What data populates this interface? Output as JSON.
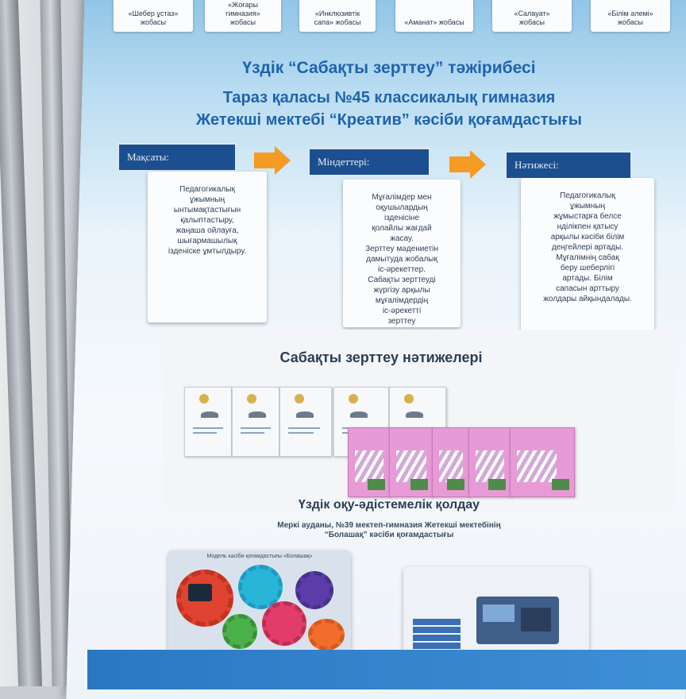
{
  "top_cards": [
    {
      "text": "«Шебер ұстаз»\nжобасы"
    },
    {
      "text": "«Жоғары\nгимназия»\nжобасы"
    },
    {
      "text": "«Инклюзивтік\nсапа» жобасы"
    },
    {
      "text": "«Аманат» жобасы"
    },
    {
      "text": "«Салауат»\nжобасы"
    },
    {
      "text": "«Білім әлемі»\nжобасы"
    }
  ],
  "heading": {
    "line1": "Үздік “Сабақты зерттеу” тәжірибесі",
    "line2": "Тараз қаласы №45 классикалық гимназия",
    "line3": "Жетекші мектебі “Креатив” кәсіби қоғамдастығы"
  },
  "flow": {
    "label_goal": "Мақсаты:",
    "label_tasks": "Міндеттері:",
    "label_results": "Нәтижесі:",
    "goal_text": "Педагогикалық\nұжымның\nынтымақтастығын\nқалыптастыру,\nжаңаша ойлауға,\nшығармашылық\nізденіске ұмтылдыру.",
    "tasks_text": "Мұғалімдер мен\nоқушылардың\nізденісіне\nқолайлы жағдай\nжасау.\nЗерттеу мәдениетін\nдамытуда жобалық\nіс-әрекеттер.\nСабақты зерттеуді\nжүргізу арқылы\nмұғалімдердің\nіс-әрекетті\nзерттеу",
    "results_text": "Педагогикалық\nұжымның\nжұмыстарға белсе\nнділікпен қатысу\nарқылы кәсіби білім\nдеңгейлері артады.\nМұғалімнің сабақ\nберу шеберлігі\nартады. Білім\nсапасын арттыру\nжолдары айқындалады."
  },
  "results_section": {
    "title": "Сабақты зерттеу нәтижелері"
  },
  "support_section": {
    "title": "Үздік оқу-әдістемелік қолдау",
    "subtitle": "Меркі ауданы, №39 мектеп-гимназия Жетекші мектебінің\n“Болашақ” кәсіби қоғамдастығы"
  },
  "diagram": {
    "title": "Модель кәсіби қоғамдастығы «Болашақ»"
  },
  "colors": {
    "heading_blue": "#1f63ad",
    "label_navy": "#1c4f8f",
    "arrow_orange": "#f59a23",
    "book_pink": "#e79ad6"
  }
}
